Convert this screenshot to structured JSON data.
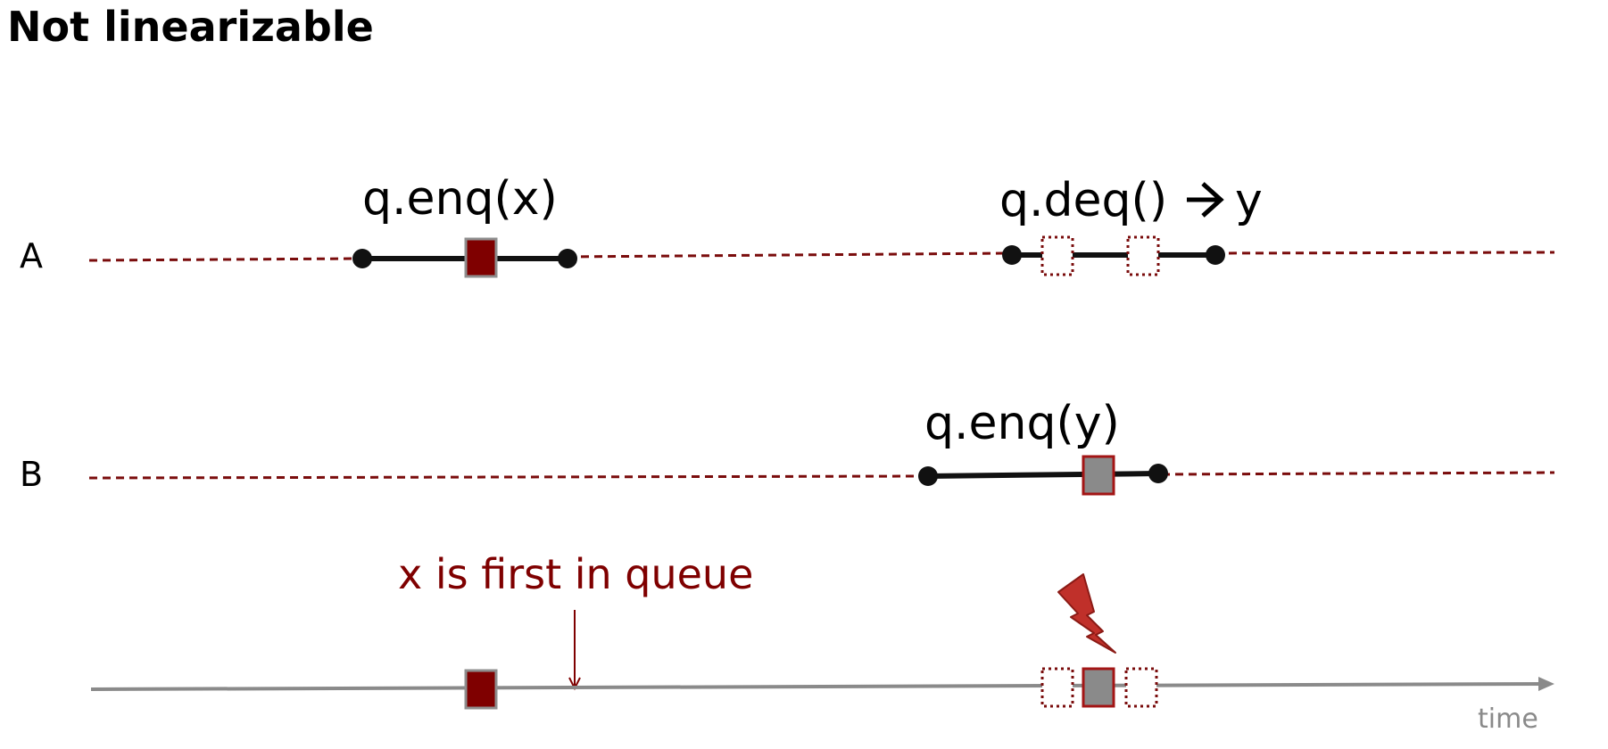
{
  "title": "Not linearizable",
  "threads": [
    {
      "name": "A"
    },
    {
      "name": "B"
    }
  ],
  "operations": {
    "a_enq": "q.enq(x)",
    "a_deq_call": "q.deq()",
    "a_deq_result": "y",
    "b_enq": "q.enq(y)"
  },
  "annotation": "x is first in queue",
  "axis_label": "time",
  "colors": {
    "dashed": "#7a0c0c",
    "op_line": "#111111",
    "enq_x_fill": "#7f0000",
    "enq_y_fill": "#8a8a8a",
    "box_stroke": "#8f8f8f",
    "red_box_stroke": "#a31515",
    "dotted_box": "#7a0c0c",
    "timeline": "#8a8a8a",
    "annotation_text": "#7f0000",
    "time_label": "#8a8a8a",
    "bolt_fill": "#c0302a",
    "bolt_stroke": "#8b1a15"
  }
}
